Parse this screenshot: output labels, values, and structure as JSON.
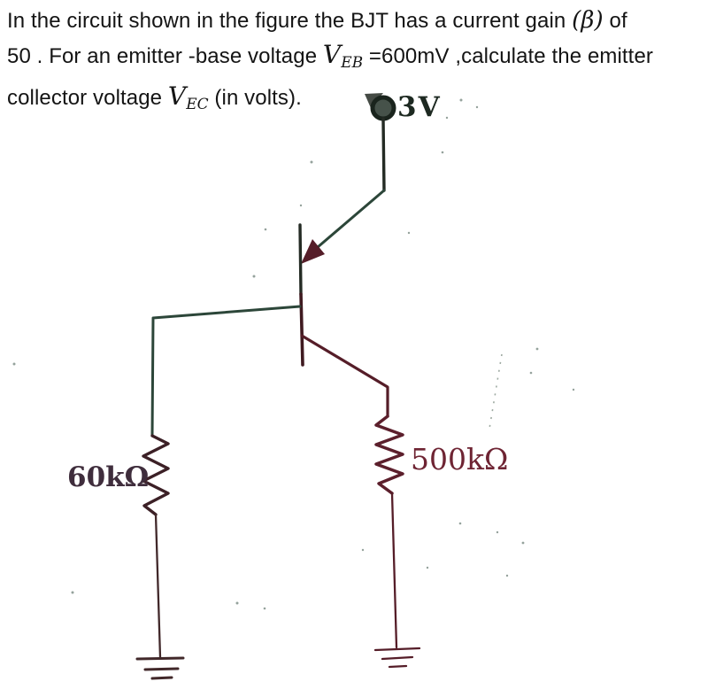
{
  "question": {
    "line1": {
      "text_a": "In the circuit shown in the figure the BJT has a current gain ",
      "beta": "(β)",
      "text_b": " of"
    },
    "line2": {
      "text_a": "50 . For an emitter -base voltage ",
      "var": "V",
      "var_sub": "EB",
      "text_b": " =600mV ,calculate the emitter"
    },
    "line3": {
      "text_a": "collector voltage ",
      "var": "V",
      "var_sub": "EC",
      "text_b": " (in volts)."
    }
  },
  "circuit": {
    "supply_label": "3V",
    "base_resistor_label": "60kΩ",
    "collector_resistor_label": "500kΩ",
    "colors": {
      "ink-dark": "#242b24",
      "ink-green": "#2c4639",
      "ink-maroon": "#551d28",
      "ink-brown": "#41282a",
      "label-3v": "#1d2921",
      "label-60k": "#3f2d3c",
      "label-500k": "#6e2433",
      "terminal-fill": "#46524a",
      "terminal-ring": "#1a241d"
    }
  }
}
